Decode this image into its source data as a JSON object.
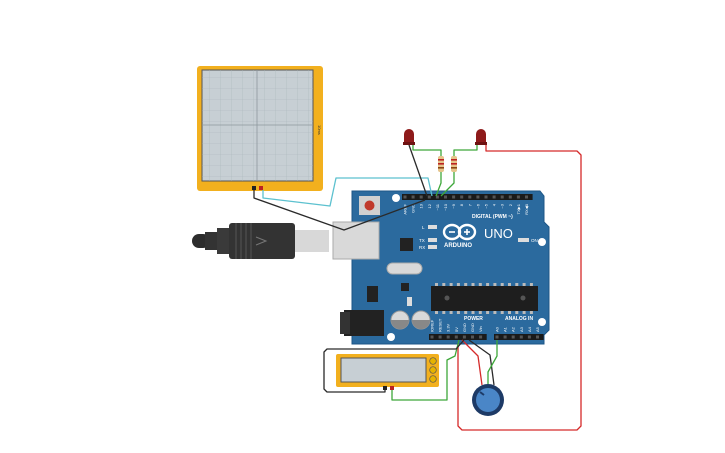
{
  "board": {
    "brand": "ARDUINO",
    "model": "UNO",
    "digital_label": "DIGITAL (PWM ~)",
    "power_label": "POWER",
    "analog_label": "ANALOG IN",
    "on_label": "ON",
    "l_label": "L",
    "tx_label": "TX",
    "rx_label": "RX",
    "digital_pins": [
      "AREF",
      "GND",
      "13",
      "12",
      "~11",
      "~10",
      "~9",
      "8",
      "7",
      "~6",
      "~5",
      "4",
      "~3",
      "2",
      "TX▶1",
      "RX◀0"
    ],
    "power_pins": [
      "IOREF",
      "RESET",
      "3.3V",
      "5V",
      "GND",
      "GND",
      "Vin"
    ],
    "analog_pins": [
      "A0",
      "A1",
      "A2",
      "A3",
      "A4",
      "A5"
    ]
  },
  "components": {
    "oscilloscope": "oscilloscope",
    "multimeter": "multimeter",
    "potentiometer": "potentiometer",
    "led_left": "red LED",
    "led_right": "red LED"
  },
  "colors": {
    "board": "#2b6a9e",
    "board_edge": "#1d5687",
    "scope_frame": "#f2b01e",
    "scope_screen": "#c7cfd4",
    "wire_red": "#d52a2a",
    "wire_green": "#3ea83a",
    "wire_black": "#2a2a2a",
    "wire_cyan": "#5cc1cf",
    "led": "#8e1a1a",
    "knob": "#4a86c7"
  }
}
